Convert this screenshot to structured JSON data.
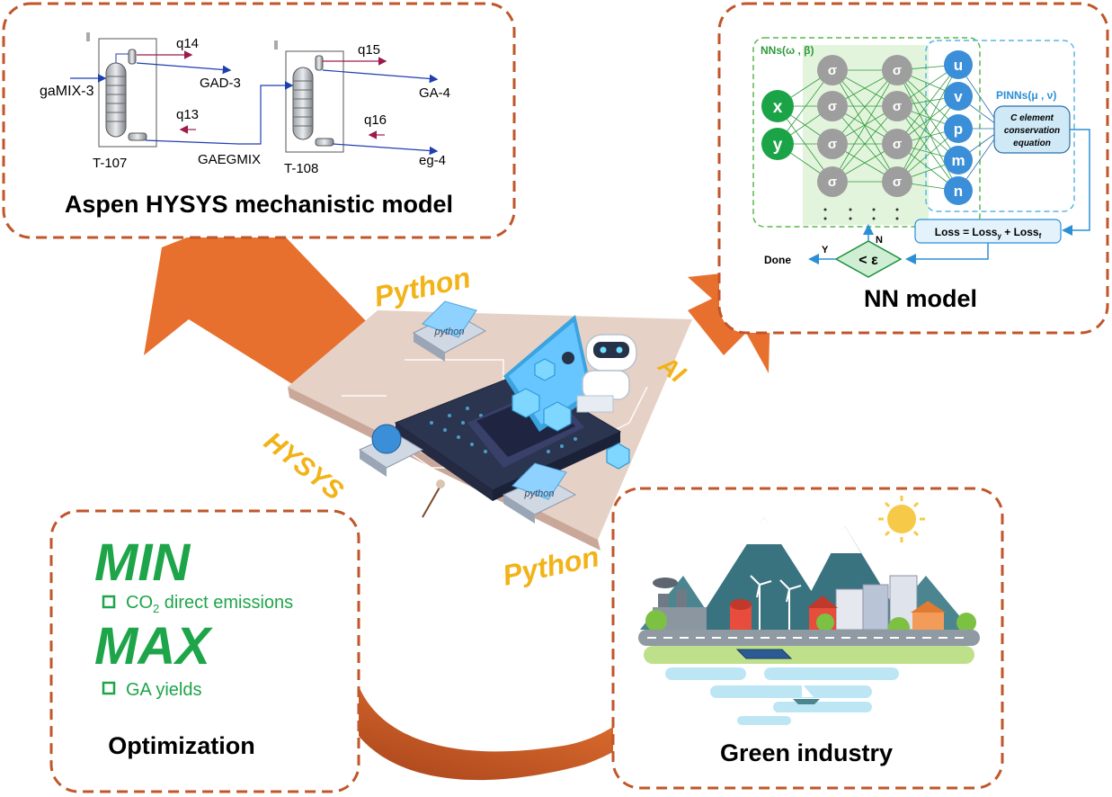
{
  "hysys_panel": {
    "title": "Aspen HYSYS mechanistic model",
    "column1": "T-107",
    "column2": "T-108",
    "streams": {
      "feed": "gaMIX-3",
      "q14": "q14",
      "q13": "q13",
      "gad3": "GAD-3",
      "gaegmix": "GAEGMIX",
      "q15": "q15",
      "q16": "q16",
      "ga4": "GA-4",
      "eg4": "eg-4"
    }
  },
  "nn_panel": {
    "title": "NN model",
    "nns_label": "NNs(ω , β)",
    "pinns_label": "PINNs(μ , ν)",
    "inputs": [
      "x",
      "y"
    ],
    "hidden_symbol": "σ",
    "outputs": [
      "u",
      "v",
      "p",
      "m",
      "n"
    ],
    "conservation": [
      "C element",
      "conservation",
      "equation"
    ],
    "loss": "Loss = Loss",
    "loss_sub_y": "y",
    "loss_plus": " + Loss",
    "loss_sub_f": "f",
    "decision": "< ε",
    "yes": "Y",
    "no": "N",
    "done": "Done"
  },
  "center": {
    "python_top": "Python",
    "python_bottom": "Python",
    "ai": "AI",
    "hysys": "HYSYS",
    "python_badge": "python"
  },
  "optimization_panel": {
    "title": "Optimization",
    "min": "MIN",
    "min_item_a": "CO",
    "min_item_sub": "2",
    "min_item_b": " direct emissions",
    "max": "MAX",
    "max_item": "GA yields"
  },
  "green_panel": {
    "title": "Green industry"
  },
  "colors": {
    "border": "#c0562a",
    "arrow": "#e8702f",
    "green_text": "#1ea54a",
    "nn_green": "#2bb34a",
    "nn_blue": "#3a8fd8",
    "sigma_gray": "#9e9e9e",
    "python_yellow": "#f2b318"
  }
}
